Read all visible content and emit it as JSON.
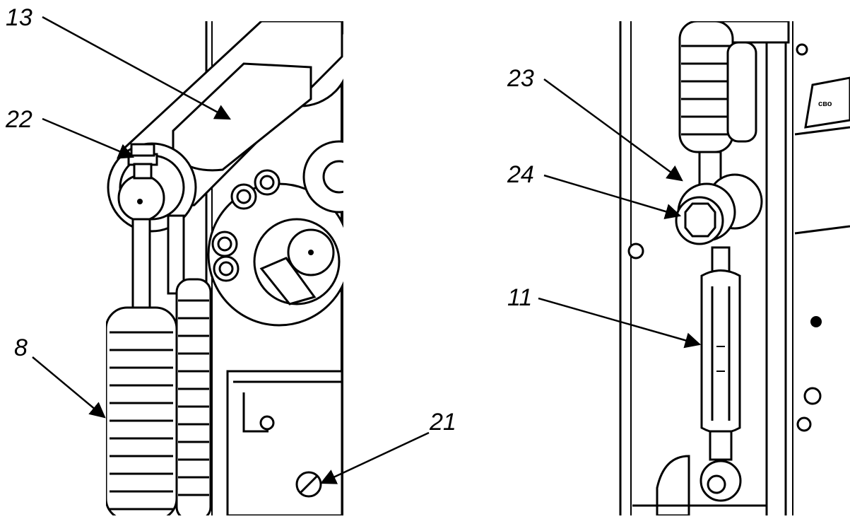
{
  "figure": {
    "left_panel": {
      "callouts": [
        {
          "id": "13",
          "label": "13"
        },
        {
          "id": "22",
          "label": "22"
        },
        {
          "id": "8",
          "label": "8"
        },
        {
          "id": "21",
          "label": "21"
        }
      ]
    },
    "right_panel": {
      "callouts": [
        {
          "id": "23",
          "label": "23"
        },
        {
          "id": "24",
          "label": "24"
        },
        {
          "id": "11",
          "label": "11"
        }
      ],
      "nameplate_fragment": "сво"
    }
  }
}
